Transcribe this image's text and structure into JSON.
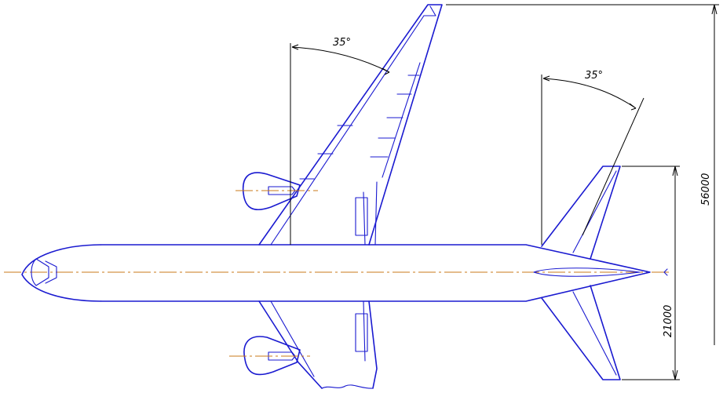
{
  "annotations": {
    "wing_sweep_angle": "35°",
    "tail_sweep_angle": "35°",
    "half_span_dimension": "56000",
    "tail_offset_dimension": "21000"
  }
}
